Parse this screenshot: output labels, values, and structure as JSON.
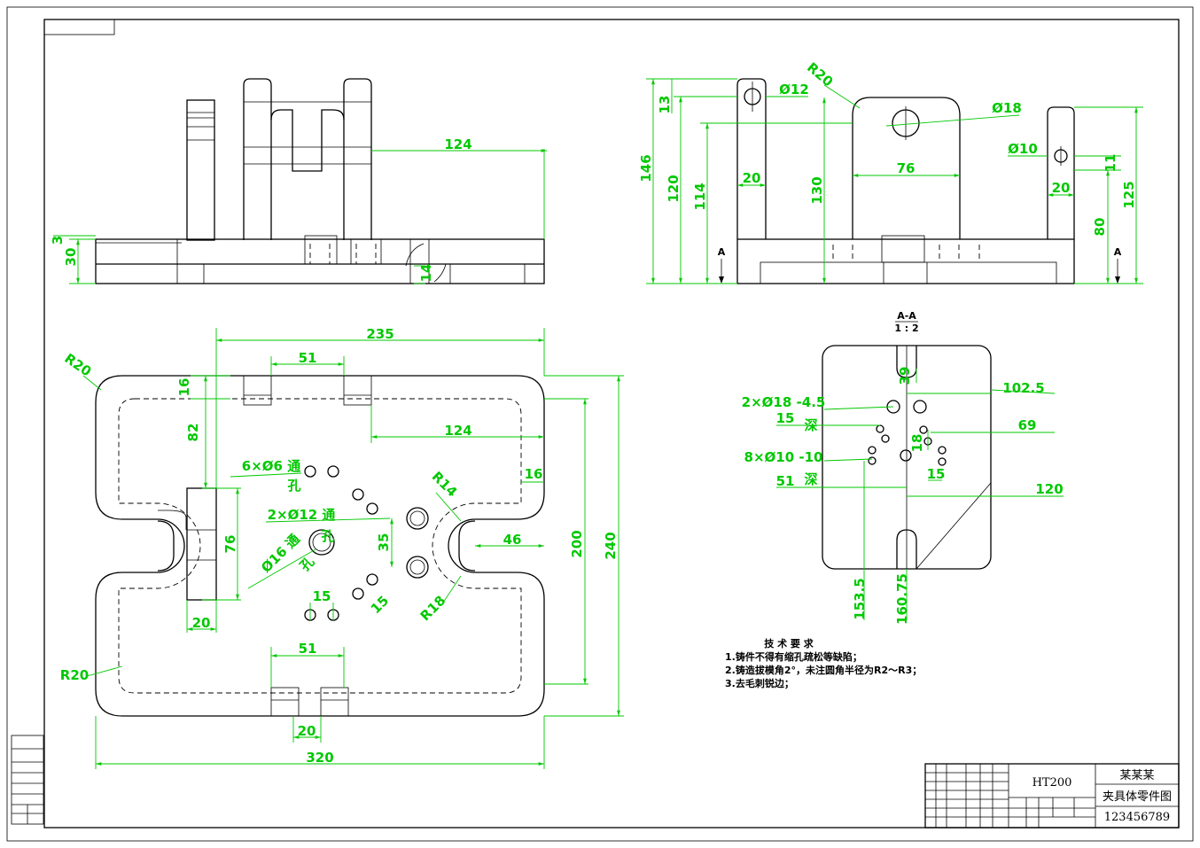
{
  "dims": {
    "d124a": "124",
    "d3": "3",
    "d30": "30",
    "d14": "14",
    "r20a": "R20",
    "d12": "Ø12",
    "d13": "13",
    "d146": "146",
    "d120a": "120",
    "d114": "114",
    "d20a": "20",
    "d130": "130",
    "d76a": "76",
    "d18": "Ø18",
    "d10": "Ø10",
    "d11": "11",
    "d20b": "20",
    "d80": "80",
    "d125": "125",
    "secA1": "A",
    "secA2": "A",
    "d235": "235",
    "d51a": "51",
    "r20b": "R20",
    "d16a": "16",
    "d82": "82",
    "d124b": "124",
    "d16b": "16",
    "c6x6": "6×Ø6 通",
    "c6x6b": "孔",
    "r14": "R14",
    "c2x12": "2×Ø12 通",
    "c2x12b": "孔",
    "d35": "35",
    "d46": "46",
    "d76b": "76",
    "c16": "Ø16 通",
    "c16b": "孔",
    "d200": "200",
    "d240": "240",
    "d15a": "15",
    "d15b": "15",
    "r18": "R18",
    "d20c": "20",
    "d51b": "51",
    "r20c": "R20",
    "d20d": "20",
    "d320": "320"
  },
  "section": {
    "title": "A-A",
    "scale": "1 : 2",
    "d39": "39",
    "d1025": "102.5",
    "c2x18": "2×Ø18 -4.5",
    "c15": "15",
    "cdeep1": "深",
    "d69": "69",
    "d18s": "18",
    "c8x10": "8×Ø10 -10",
    "c51": "51",
    "cdeep2": "深",
    "d15s": "15",
    "d120s": "120",
    "d1535": "153.5",
    "d16075": "160.75"
  },
  "notes": {
    "title": "技 术 要 求",
    "line1": "1.铸件不得有缩孔疏松等缺陷；",
    "line2": "2.铸造拔模角2°，未注圆角半径为R2～R3；",
    "line3": "3.去毛刺锐边；"
  },
  "titleblock": {
    "material": "HT200",
    "author": "某某某",
    "drawing_name": "夹具体零件图",
    "drawing_no": "123456789"
  }
}
